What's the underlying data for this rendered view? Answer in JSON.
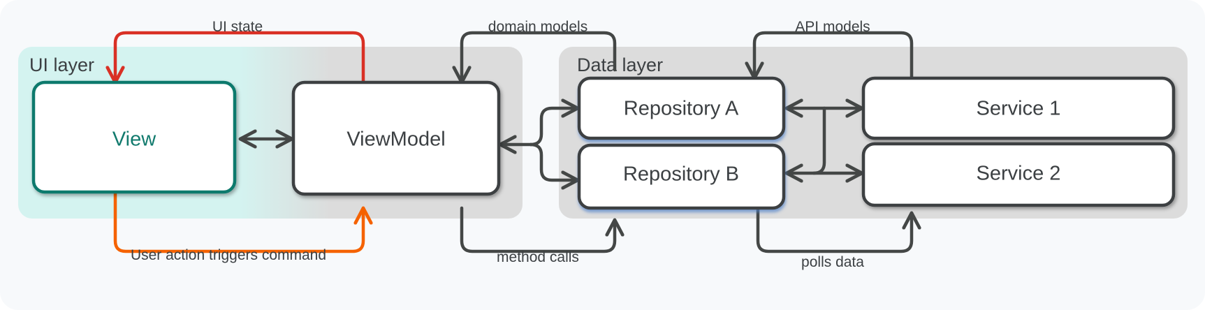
{
  "diagram": {
    "title": "MVVM layered architecture flow",
    "background_color": "#f7f9fb"
  },
  "layers": [
    {
      "id": "ui-layer",
      "label": "UI layer",
      "fill_start": "#d4f3f0",
      "fill_end": "#dcdcdc"
    },
    {
      "id": "data-layer",
      "label": "Data layer",
      "fill": "#dcdcdc"
    }
  ],
  "nodes": [
    {
      "id": "view",
      "label": "View",
      "accent": "teal",
      "border_color": "#117a6d",
      "text_color": "#117a6d"
    },
    {
      "id": "viewmodel",
      "label": "ViewModel",
      "border_color": "#3c4043",
      "text_color": "#3c4043"
    },
    {
      "id": "repository-a",
      "label": "Repository A",
      "border_color": "#3c4043",
      "text_color": "#3c4043"
    },
    {
      "id": "repository-b",
      "label": "Repository B",
      "border_color": "#3c4043",
      "text_color": "#3c4043"
    },
    {
      "id": "service-1",
      "label": "Service  1",
      "border_color": "#3c4043",
      "text_color": "#3c4043"
    },
    {
      "id": "service-2",
      "label": "Service 2",
      "border_color": "#3c4043",
      "text_color": "#3c4043"
    }
  ],
  "edges": [
    {
      "id": "ui-state",
      "label": "UI state",
      "color": "#d93025",
      "from": "viewmodel",
      "to": "view"
    },
    {
      "id": "user-action",
      "label": "User action triggers command",
      "color": "#f56200",
      "from": "view",
      "to": "viewmodel"
    },
    {
      "id": "domain-models",
      "label": "domain models",
      "color": "#444746",
      "from": "repositories",
      "to": "viewmodel"
    },
    {
      "id": "method-calls",
      "label": "method calls",
      "color": "#444746",
      "from": "viewmodel",
      "to": "repositories"
    },
    {
      "id": "api-models",
      "label": "API models",
      "color": "#444746",
      "from": "services",
      "to": "repositories"
    },
    {
      "id": "polls-data",
      "label": "polls data",
      "color": "#444746",
      "from": "repository-b",
      "to": "service-2"
    },
    {
      "id": "view-viewmodel",
      "label": "",
      "color": "#444746",
      "from": "view",
      "to": "viewmodel"
    },
    {
      "id": "repo-a-service-1",
      "label": "",
      "color": "#444746",
      "from": "repository-a",
      "to": "service-1"
    },
    {
      "id": "repo-b-service-2",
      "label": "",
      "color": "#444746",
      "from": "repository-b",
      "to": "service-2"
    }
  ],
  "colors": {
    "ink": "#3c4043",
    "stroke": "#444746",
    "red": "#d93025",
    "orange": "#f56200",
    "teal": "#117a6d",
    "panel_gray": "#dcdcdc",
    "panel_teal": "#d4f3f0",
    "canvas": "#f7f9fb"
  }
}
